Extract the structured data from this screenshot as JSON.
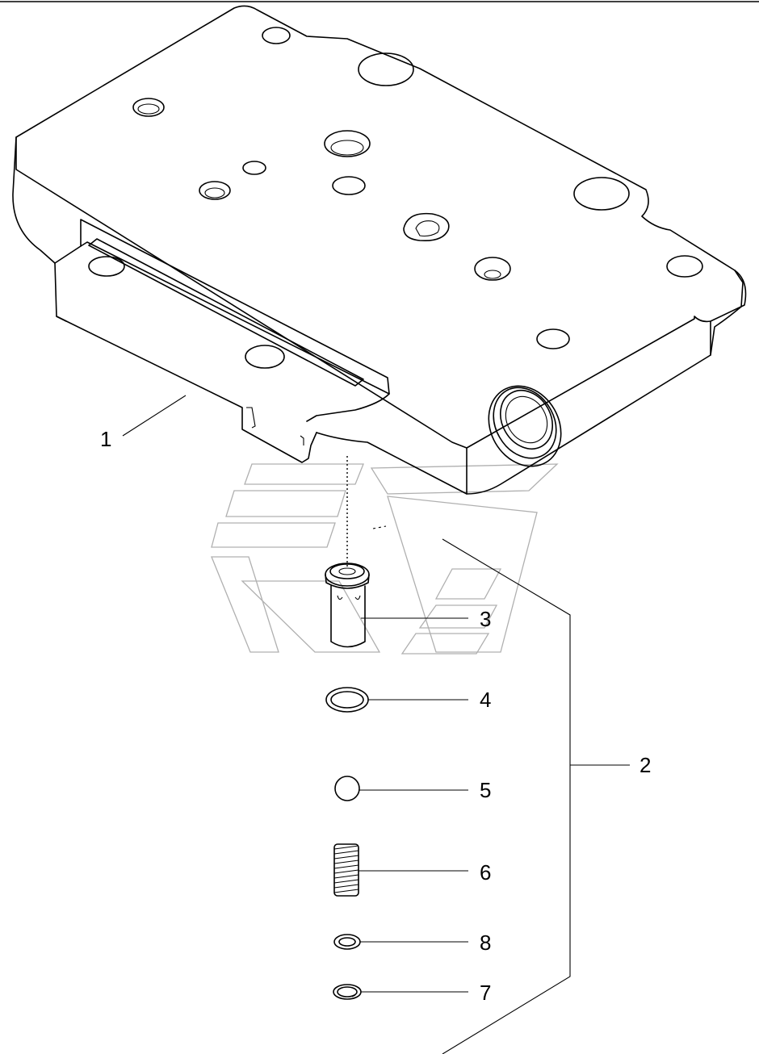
{
  "callouts": [
    {
      "id": "c1",
      "label": "1"
    },
    {
      "id": "c2",
      "label": "2"
    },
    {
      "id": "c3",
      "label": "3"
    },
    {
      "id": "c4",
      "label": "4"
    },
    {
      "id": "c5",
      "label": "5"
    },
    {
      "id": "c6",
      "label": "6"
    },
    {
      "id": "c8",
      "label": "8"
    },
    {
      "id": "c7",
      "label": "7"
    }
  ]
}
